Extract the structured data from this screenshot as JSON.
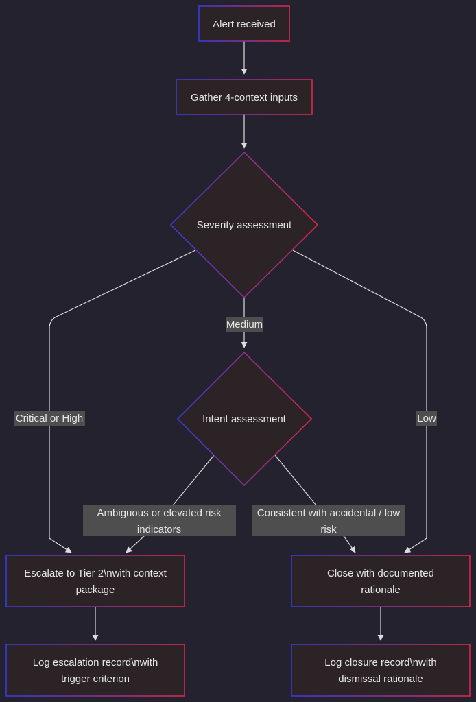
{
  "nodes": {
    "alert": {
      "label": "Alert received"
    },
    "gather": {
      "label": "Gather 4-context inputs"
    },
    "severity": {
      "label": "Severity assessment"
    },
    "intent": {
      "label": "Intent assessment"
    },
    "escalate": {
      "label_lines": [
        "Escalate to Tier 2\\nwith context",
        "package"
      ]
    },
    "close": {
      "label_lines": [
        "Close with documented",
        "rationale"
      ]
    },
    "log_escalation": {
      "label_lines": [
        "Log escalation record\\nwith",
        "trigger criterion"
      ]
    },
    "log_closure": {
      "label_lines": [
        "Log closure record\\nwith",
        "dismissal rationale"
      ]
    }
  },
  "edges": {
    "medium": {
      "label": "Medium"
    },
    "critical_high": {
      "label": "Critical or High"
    },
    "low": {
      "label": "Low"
    },
    "ambiguous": {
      "label_lines": [
        "Ambiguous or elevated risk",
        "indicators"
      ]
    },
    "consistent": {
      "label_lines": [
        "Consistent with accidental / low",
        "risk"
      ]
    }
  },
  "colors": {
    "background": "#24222f",
    "node_fill": "#2b2326",
    "border_blue": "#3a3ad8",
    "border_red": "#d8284c",
    "edge": "#dcdcdc",
    "label_bg": "#4e4e4e",
    "text": "#e6e6e6"
  }
}
